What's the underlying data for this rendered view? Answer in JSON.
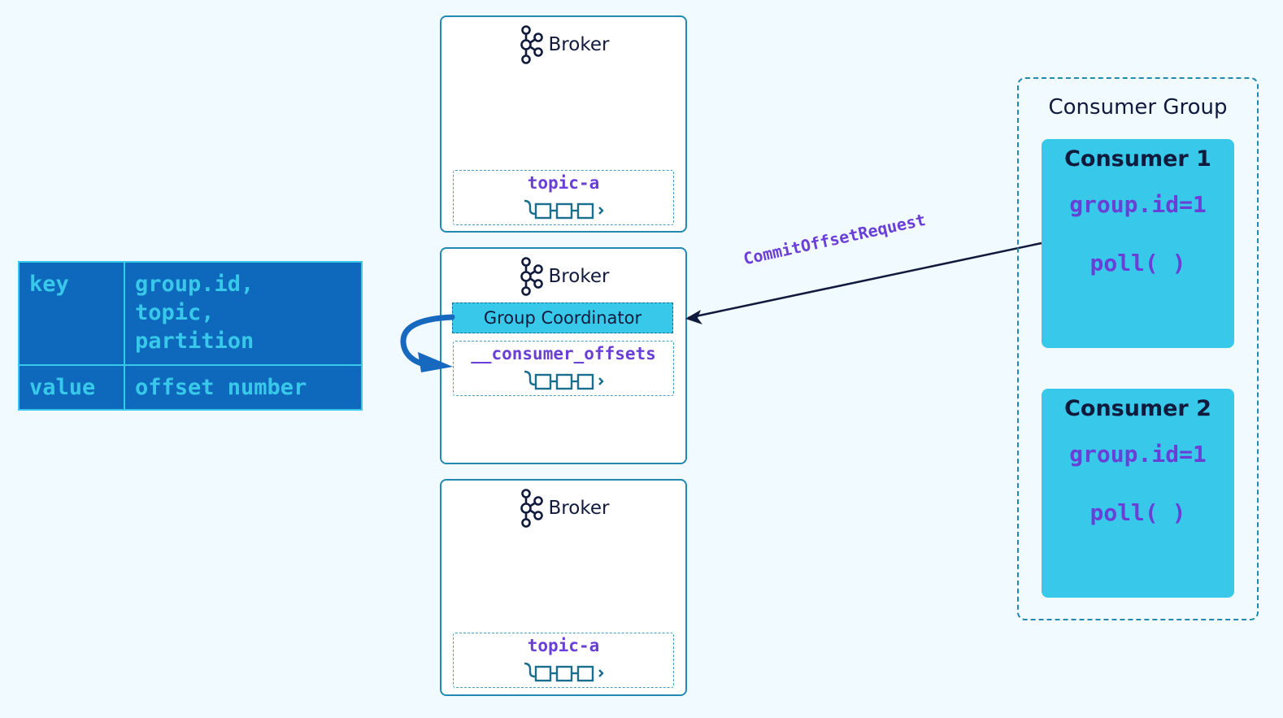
{
  "table": {
    "rows": [
      {
        "key": "key",
        "value_lines": [
          "group.id,",
          "topic,",
          "partition"
        ]
      },
      {
        "key": "value",
        "value_lines": [
          "offset number"
        ]
      }
    ]
  },
  "brokers": [
    {
      "label": "Broker",
      "topic": "topic-a"
    },
    {
      "label": "Broker",
      "coordinator": "Group Coordinator",
      "topic": "__consumer_offsets"
    },
    {
      "label": "Broker",
      "topic": "topic-a"
    }
  ],
  "arrow_label": "CommitOffsetRequest",
  "consumer_group": {
    "title": "Consumer Group",
    "consumers": [
      {
        "name": "Consumer 1",
        "group_id": "group.id=1",
        "call": "poll( )"
      },
      {
        "name": "Consumer 2",
        "group_id": "group.id=1",
        "call": "poll( )"
      }
    ]
  },
  "colors": {
    "background": "#f1faff",
    "table_fill": "#0e68bb",
    "cyan": "#38c9ea",
    "purple": "#6a3fd6",
    "navy": "#101a3c",
    "border": "#2388b2"
  }
}
